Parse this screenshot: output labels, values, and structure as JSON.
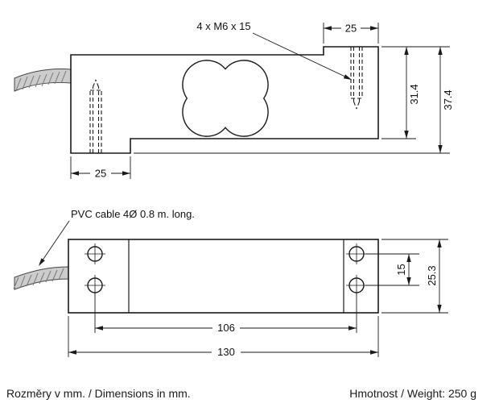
{
  "drawing": {
    "side_view": {
      "thread_label": "4 x M6 x 15",
      "dim_block_width": "25",
      "dim_height_to_step": "31.4",
      "dim_height_overall": "37.4",
      "dim_foot_width": "25"
    },
    "plan_view": {
      "cable_label": "PVC cable 4Ø 0.8 m. long.",
      "dim_hole_row_spacing": "15",
      "dim_body_width": "25.3",
      "dim_hole_pitch": "106",
      "dim_overall_length": "130"
    }
  },
  "footer": {
    "dimensions_note": "Rozměry v mm. / Dimensions in mm.",
    "weight_note": "Hmotnost / Weight: 250 g"
  },
  "colors": {
    "line": "#1a1a1a",
    "cable_fill": "#cccccc",
    "background": "#ffffff"
  }
}
